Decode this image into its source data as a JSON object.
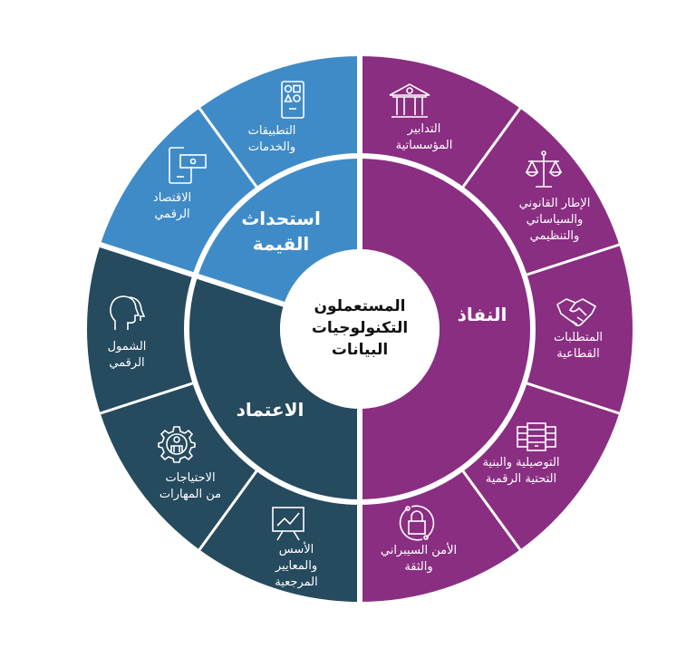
{
  "colors": {
    "enforcement": "#8a2e82",
    "value": "#3f8bc7",
    "adoption": "#264a5e",
    "divider": "#ffffff"
  },
  "center": {
    "title": "المستعملون\nالتكنولوجيات\nالبيانات"
  },
  "pillars": [
    {
      "id": "enforcement",
      "label": "النفاذ"
    },
    {
      "id": "value",
      "label": "استحداث\nالقيمة"
    },
    {
      "id": "adoption",
      "label": "الاعتماد"
    }
  ],
  "segments": [
    {
      "pillar": "enforcement",
      "label": "التدابير\nالمؤسساتية",
      "icon": "institution-icon"
    },
    {
      "pillar": "enforcement",
      "label": "الإطار القانوني\nوالسياساتي\nوالتنظيمي",
      "icon": "scales-icon"
    },
    {
      "pillar": "enforcement",
      "label": "المتطلبات\nالقطاعية",
      "icon": "handshake-icon"
    },
    {
      "pillar": "enforcement",
      "label": "التوصيلية والبنية\nالتحتية الرقمية",
      "icon": "server-icon"
    },
    {
      "pillar": "enforcement",
      "label": "الأمن السيبراني\nوالثقة",
      "icon": "lock-icon"
    },
    {
      "pillar": "adoption",
      "label": "الأسس\nوالمعايير\nالمرجعية",
      "icon": "chart-board-icon"
    },
    {
      "pillar": "adoption",
      "label": "الاحتياجات\nمن المهارات",
      "icon": "gear-person-icon"
    },
    {
      "pillar": "adoption",
      "label": "الشمول\nالرقمي",
      "icon": "heads-icon"
    },
    {
      "pillar": "value",
      "label": "الاقتصاد\nالرقمي",
      "icon": "mobile-payment-icon"
    },
    {
      "pillar": "value",
      "label": "التطبيقات\nوالخدمات",
      "icon": "apps-icon"
    }
  ]
}
